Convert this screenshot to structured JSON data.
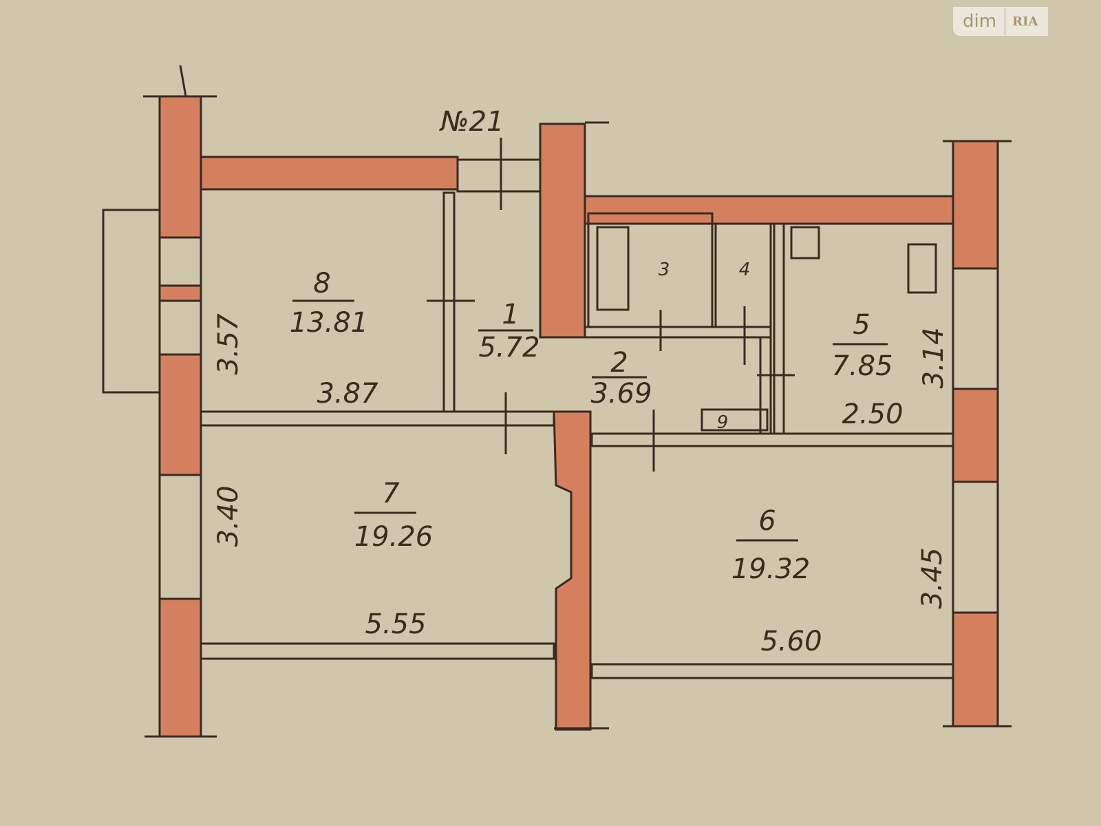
{
  "title": "№21",
  "watermark": {
    "brand": "dim",
    "logo": "RIA"
  },
  "rooms": [
    {
      "num": "1",
      "area": "5.72"
    },
    {
      "num": "2",
      "area": "3.69"
    },
    {
      "num": "3"
    },
    {
      "num": "4"
    },
    {
      "num": "5",
      "area": "7.85"
    },
    {
      "num": "6",
      "area": "19.32"
    },
    {
      "num": "7",
      "area": "19.26"
    },
    {
      "num": "8",
      "area": "13.81"
    },
    {
      "num": "9"
    }
  ],
  "dimensions": {
    "r8_w": "3.87",
    "r8_h": "3.57",
    "r7_w": "5.55",
    "r7_h": "3.40",
    "r6_w": "5.60",
    "r6_h": "3.45",
    "r5_w": "2.50",
    "r5_h": "3.14"
  },
  "colors": {
    "paper": "#cfc6ac",
    "wall": "#d4805f",
    "ink": "#3a2a20"
  }
}
